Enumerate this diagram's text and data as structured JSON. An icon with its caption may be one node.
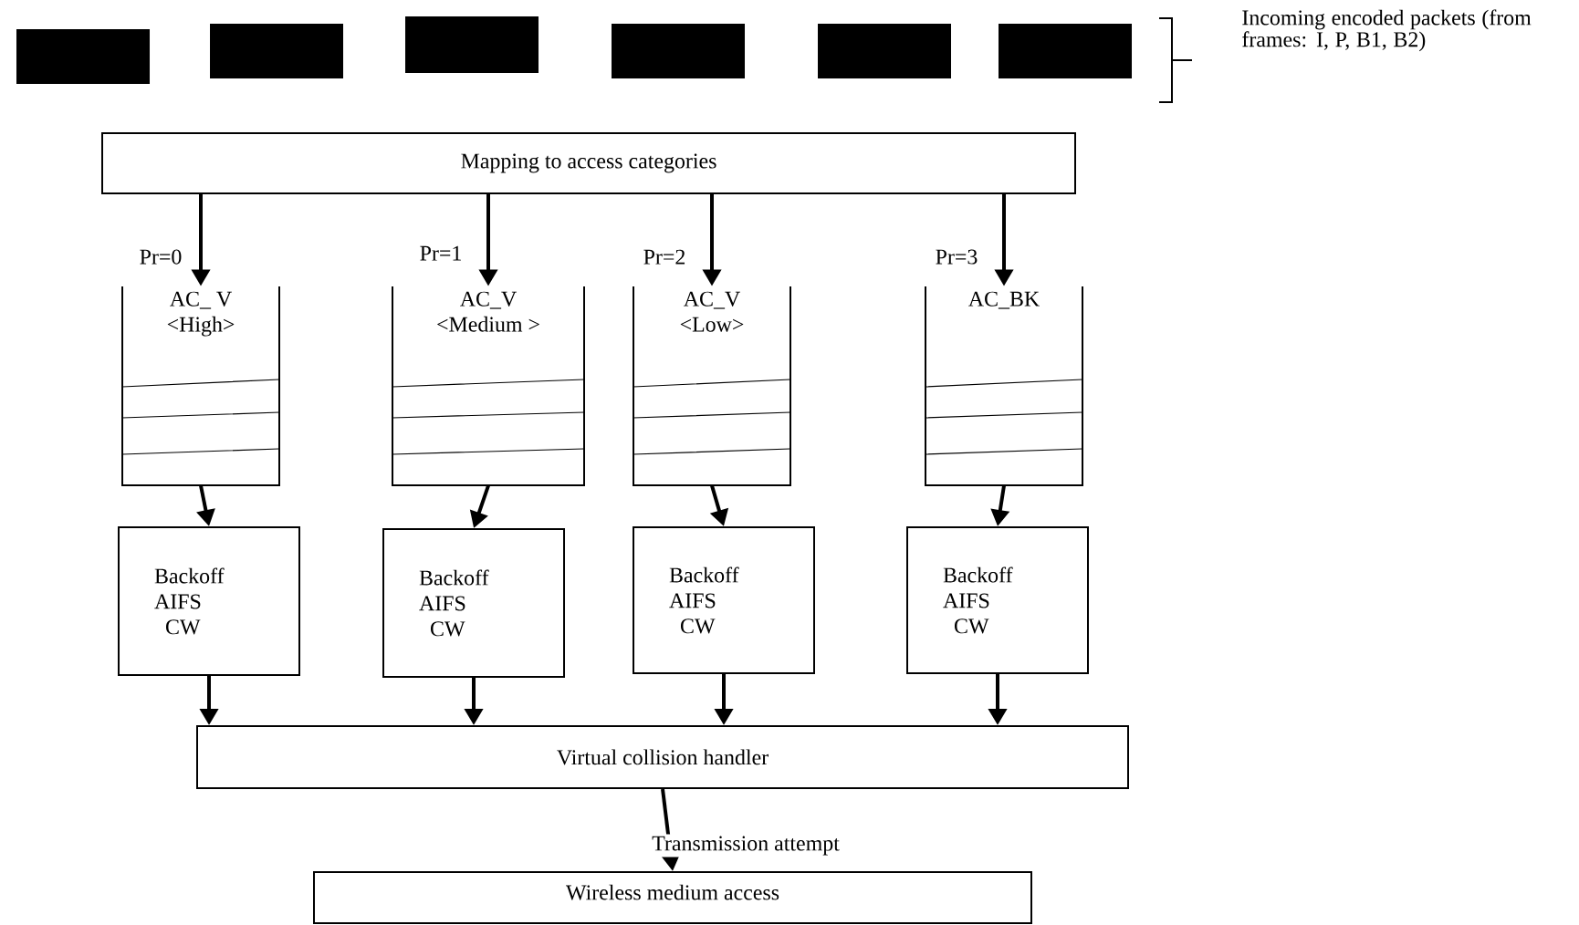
{
  "diagram": {
    "nodes": [
      {
        "text": [],
        "shape": "bar"
      },
      {
        "text": [],
        "shape": "bar"
      },
      {
        "text": [],
        "shape": "bar"
      },
      {
        "text": [],
        "shape": "bar"
      },
      {
        "text": [],
        "shape": "bar"
      },
      {
        "text": [],
        "shape": "bar"
      },
      {
        "text": [
          "Mapping to access categories"
        ]
      },
      {
        "text": [
          "AC_ V",
          "<High>"
        ]
      },
      {
        "text": [
          "AC_V",
          "<Medium >"
        ]
      },
      {
        "text": [
          "AC_V",
          "<Low>"
        ]
      },
      {
        "text": [
          "AC_BK"
        ]
      },
      {
        "text": [
          "Backoff",
          "AIFS",
          "CW"
        ]
      },
      {
        "text": [
          "Backoff",
          "AIFS",
          "CW"
        ]
      },
      {
        "text": [
          "Backoff",
          "AIFS",
          "CW"
        ]
      },
      {
        "text": [
          "Backoff",
          "AIFS",
          "CW"
        ]
      },
      {
        "text": [
          "Virtual collision handler"
        ]
      },
      {
        "text": [
          "Wireless medium access"
        ]
      }
    ],
    "edges": [
      {
        "from": 6,
        "to": 7,
        "arrow": "to",
        "label": "Pr=0"
      },
      {
        "from": 6,
        "to": 8,
        "arrow": "to",
        "label": "Pr=1"
      },
      {
        "from": 6,
        "to": 9,
        "arrow": "to",
        "label": "Pr=2"
      },
      {
        "from": 6,
        "to": 10,
        "arrow": "to",
        "label": "Pr=3"
      },
      {
        "from": 7,
        "to": 11,
        "arrow": "to"
      },
      {
        "from": 8,
        "to": 12,
        "arrow": "to"
      },
      {
        "from": 9,
        "to": 13,
        "arrow": "to"
      },
      {
        "from": 10,
        "to": 14,
        "arrow": "to"
      },
      {
        "from": 11,
        "to": 15,
        "arrow": "to"
      },
      {
        "from": 12,
        "to": 15,
        "arrow": "to"
      },
      {
        "from": 13,
        "to": 15,
        "arrow": "to"
      },
      {
        "from": 14,
        "to": 15,
        "arrow": "to"
      },
      {
        "from": 15,
        "to": 16,
        "arrow": "to",
        "label": "Transmission attempt"
      }
    ],
    "labels": [
      "Incoming encoded packets (from frames: I, P, B1, B2)"
    ]
  }
}
